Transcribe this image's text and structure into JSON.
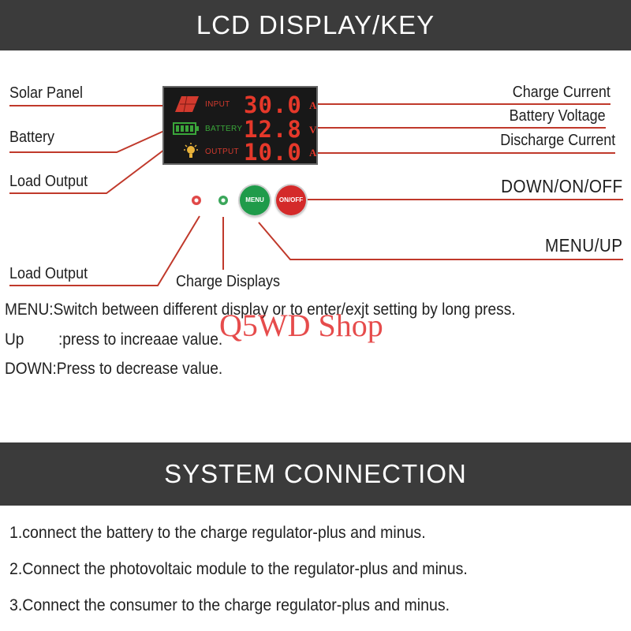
{
  "header": {
    "title": "LCD DISPLAY/KEY"
  },
  "labels": {
    "solar_panel": "Solar Panel",
    "battery": "Battery",
    "load_output_top": "Load  Output",
    "load_output_bottom": "Load  Output",
    "charge_displays": "Charge Displays",
    "charge_current": "Charge Current",
    "battery_voltage": "Battery Voltage",
    "discharge_current": "Discharge Current",
    "down_on_off": "DOWN/ON/OFF",
    "menu_up": "MENU/UP"
  },
  "lcd": {
    "rows": [
      {
        "tag": "INPUT",
        "value": "30.0",
        "unit": "A",
        "icon": "solar-panel-icon"
      },
      {
        "tag": "BATTERY",
        "value": "12.8",
        "unit": "V",
        "icon": "battery-icon"
      },
      {
        "tag": "OUTPUT",
        "value": "10.0",
        "unit": "A",
        "icon": "bulb-icon"
      }
    ],
    "colors": {
      "value": "#e5382a",
      "battery_icon": "#3aa63a",
      "panel_icon": "#d23a2e"
    }
  },
  "keys": {
    "menu_label": "MENU",
    "onoff_label": "ON/OFF",
    "menu_color": "#1f9b4a",
    "onoff_color": "#d42a2a"
  },
  "indicators": {
    "load_led_color": "#e04848",
    "charge_led_color": "#3aa65a"
  },
  "descriptions": {
    "menu": "MENU:Switch between different display or to enter/exjt setting by long press.",
    "up_key": "Up",
    "up_text": ":press to increaae value.",
    "down": "DOWN:Press to decrease value."
  },
  "watermark": "Q5WD Shop",
  "system": {
    "title": "SYSTEM CONNECTION",
    "steps": [
      "1.connect the battery to the charge regulator-plus and minus.",
      "2.Connect the photovoltaic module to the regulator-plus and minus.",
      "3.Connect the consumer to the charge regulator-plus and minus."
    ]
  }
}
